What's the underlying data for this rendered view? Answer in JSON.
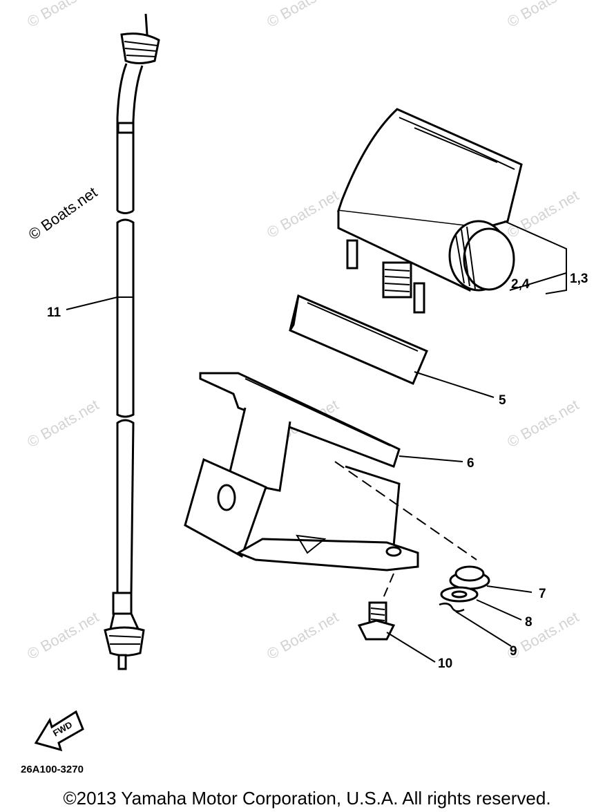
{
  "watermark": "© Boats.net",
  "callouts": {
    "c11": "11",
    "c1_3": "1,3",
    "c2_4": "2,4",
    "c5": "5",
    "c6": "6",
    "c7": "7",
    "c8": "8",
    "c9": "9",
    "c10": "10"
  },
  "fwd_label": "FWD",
  "diagram_code": "26A100-3270",
  "copyright": "©2013 Yamaha Motor Corporation, U.S.A. All rights reserved.",
  "colors": {
    "ink": "#000000",
    "watermark": "#d3d3d3",
    "background": "#ffffff"
  }
}
